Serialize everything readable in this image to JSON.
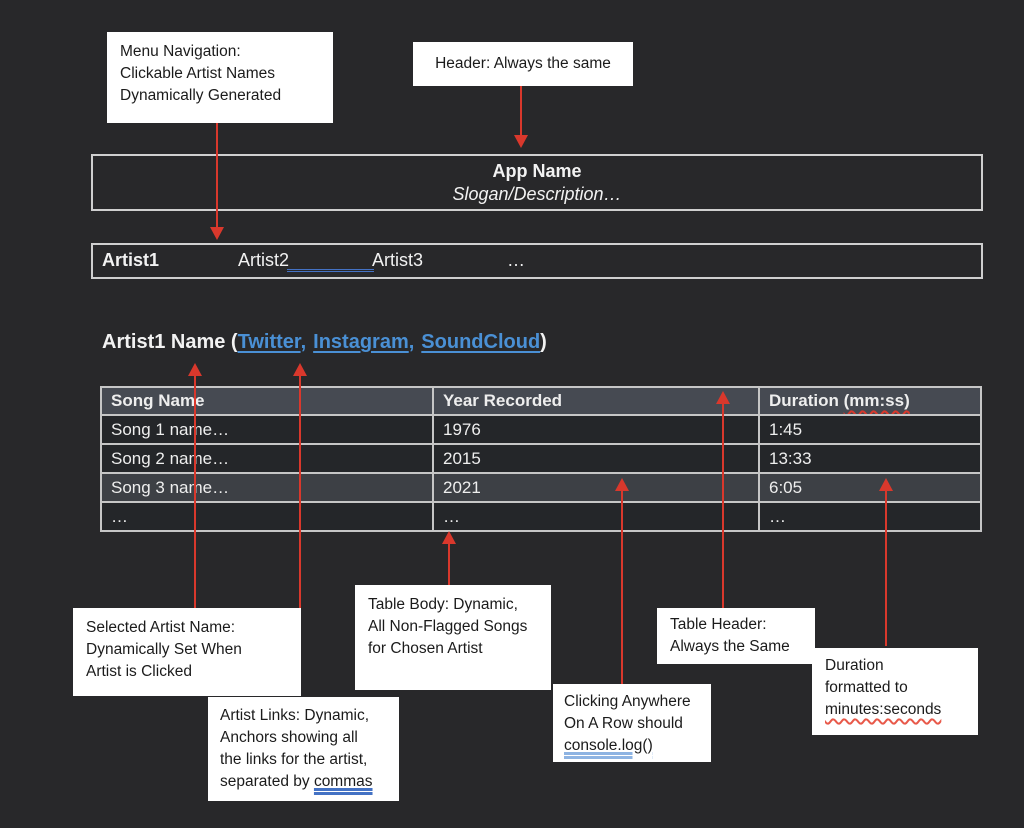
{
  "colors": {
    "background": "#28282a",
    "accent_red": "#d9382c",
    "link_blue": "#4a90d5",
    "underline_blue": "#4472c4",
    "code_underline_blue": "#8db3e2",
    "table_header_bg": "#464a52",
    "row_bg": "#242629",
    "row_highlight_bg": "#3d4045",
    "border_light": "#c6c6c6"
  },
  "callouts": {
    "menu_nav": {
      "lines": [
        "Menu Navigation:",
        "Clickable Artist Names",
        "Dynamically Generated"
      ]
    },
    "header_note": {
      "text": "Header: Always the same"
    },
    "selected_artist": {
      "lines": [
        "Selected Artist Name:",
        "Dynamically Set When",
        "Artist is Clicked"
      ]
    },
    "artist_links": {
      "lines": [
        "Artist Links: Dynamic,",
        "Anchors showing all",
        "the links for the artist,"
      ],
      "tail_pre": "separated by ",
      "tail_underlined": "commas"
    },
    "table_body": {
      "lines": [
        "Table Body: Dynamic,",
        "All Non-Flagged Songs",
        "for Chosen Artist"
      ]
    },
    "row_click": {
      "lines": [
        "Clicking Anywhere",
        "On A Row should"
      ],
      "code": "console.log()"
    },
    "table_header_note": {
      "lines": [
        "Table Header:",
        "Always the Same"
      ]
    },
    "duration_note": {
      "lines": [
        "Duration",
        "formatted to"
      ],
      "wavy": "minutes:seconds"
    }
  },
  "app_header": {
    "app_name": "App Name",
    "slogan": "Slogan/Description…"
  },
  "nav": {
    "items": [
      "Artist1",
      "Artist2",
      "Artist3",
      "…"
    ]
  },
  "artist_heading": {
    "name_and_paren": "Artist1 Name (",
    "links": [
      "Twitter",
      "Instagram",
      "SoundCloud"
    ],
    "separator": ",",
    "close_paren": ")"
  },
  "table": {
    "headers": {
      "song": "Song Name",
      "year": "Year Recorded",
      "duration_pre": "Duration ",
      "duration_wavy": "(mm:ss)"
    },
    "rows": [
      {
        "song": "Song 1 name…",
        "year": "1976",
        "duration": "1:45"
      },
      {
        "song": "Song 2 name…",
        "year": "2015",
        "duration": "13:33"
      },
      {
        "song": "Song 3 name…",
        "year": "2021",
        "duration": "6:05"
      },
      {
        "song": "…",
        "year": "…",
        "duration": "…"
      }
    ]
  }
}
